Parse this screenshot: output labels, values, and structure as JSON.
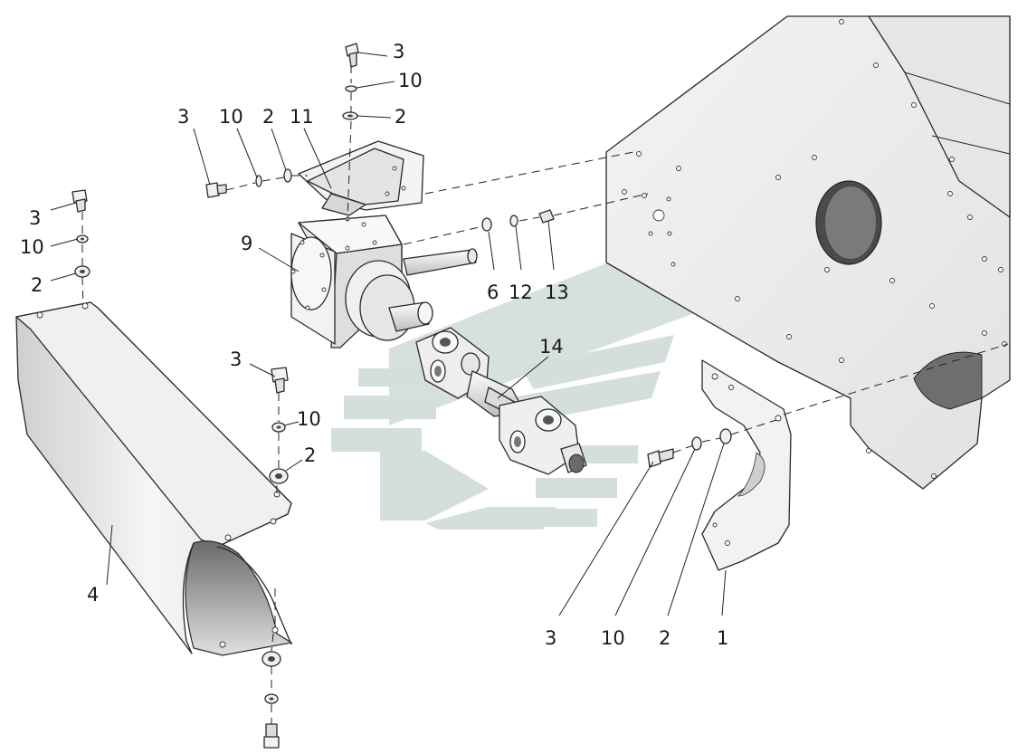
{
  "callouts": {
    "c1": "1",
    "c2a": "2",
    "c2b": "2",
    "c2c": "2",
    "c2d": "2",
    "c2e": "2",
    "c3a": "3",
    "c3b": "3",
    "c3c": "3",
    "c3d": "3",
    "c3e": "3",
    "c4": "4",
    "c6": "6",
    "c9": "9",
    "c10a": "10",
    "c10b": "10",
    "c10c": "10",
    "c10d": "10",
    "c10e": "10",
    "c11": "11",
    "c12": "12",
    "c13": "13",
    "c14": "14"
  },
  "colors": {
    "watermark": "#d3dedd",
    "part_fill": "#f4f4f4",
    "shade": "#c9c9c9",
    "dark_shade": "#5a5a5a",
    "line": "#2a2a2a"
  },
  "icons": {
    "watermark": "striped-chevron-logo-icon"
  }
}
